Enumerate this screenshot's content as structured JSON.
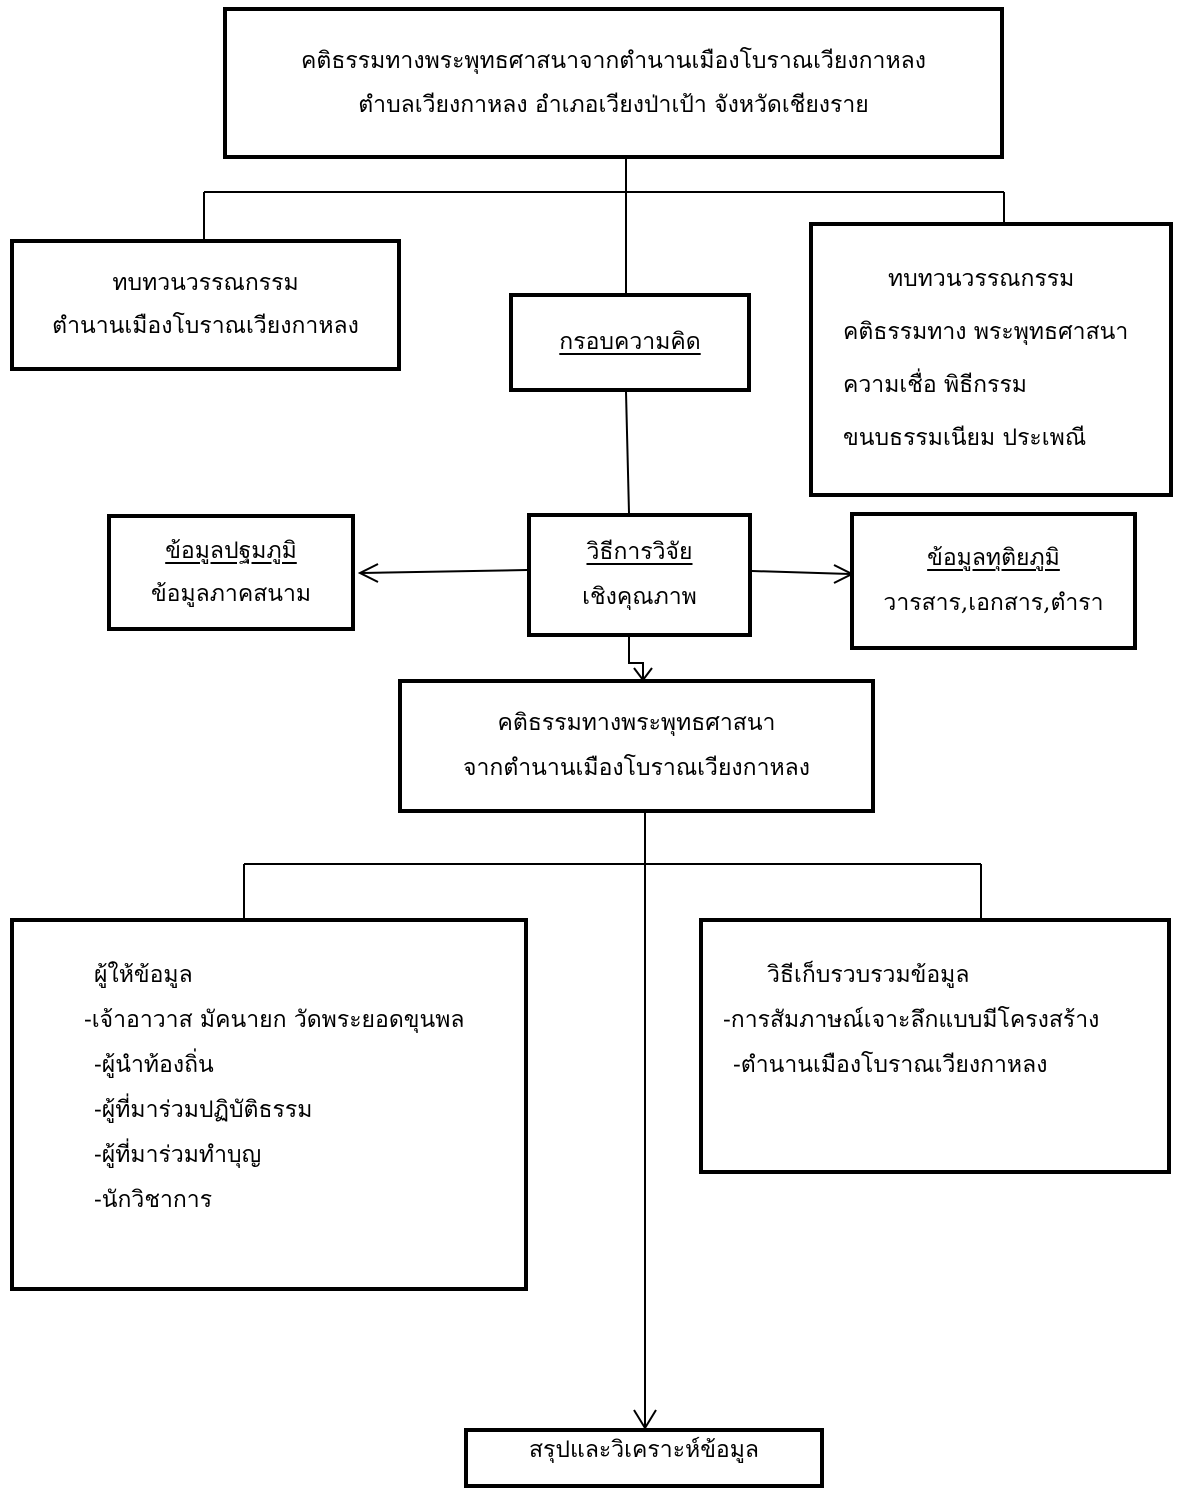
{
  "nodes": {
    "title": {
      "line1": "คติธรรมทางพระพุทธศาสนาจากตำนานเมืองโบราณเวียงกาหลง",
      "line2": "ตำบลเวียงกาหลง อำเภอเวียงป่าเป้า จังหวัดเชียงราย"
    },
    "review_left": {
      "line1": "ทบทวนวรรณกรรม",
      "line2": "ตำนานเมืองโบราณเวียงกาหลง"
    },
    "framework": {
      "label": "กรอบความคิด"
    },
    "review_right": {
      "line1": "ทบทวนวรรณกรรม",
      "line2": "คติธรรมทาง พระพุทธศาสนา",
      "line3": "ความเชื่อ พิธีกรรม",
      "line4": "ขนบธรรมเนียม ประเพณี"
    },
    "primary": {
      "heading": "ข้อมูลปฐมภูมิ",
      "line": "ข้อมูลภาคสนาม"
    },
    "method": {
      "heading": "วิธีการวิจัย",
      "line": "เชิงคุณภาพ"
    },
    "secondary": {
      "heading": "ข้อมูลทุติยภูมิ",
      "line": "วารสาร,เอกสาร,ตำรา"
    },
    "teachings": {
      "line1": "คติธรรมทางพระพุทธศาสนา",
      "line2": "จากตำนานเมืองโบราณเวียงกาหลง"
    },
    "informants": {
      "heading": "ผู้ให้ข้อมูล",
      "items": [
        "-เจ้าอาวาส มัคนายก วัดพระยอดขุนพล",
        "-ผู้นำท้องถิ่น",
        "-ผู้ที่มาร่วมปฏิบัติธรรม",
        "-ผู้ที่มาร่วมทำบุญ",
        "-นักวิชาการ"
      ]
    },
    "collection": {
      "heading": "วิธีเก็บรวบรวมข้อมูล",
      "items": [
        "-การสัมภาษณ์เจาะลึกแบบมีโครงสร้าง",
        "-ตำนานเมืองโบราณเวียงกาหลง"
      ]
    },
    "conclusion": {
      "label": "สรุปและวิเคราะห์ข้อมูล"
    }
  }
}
